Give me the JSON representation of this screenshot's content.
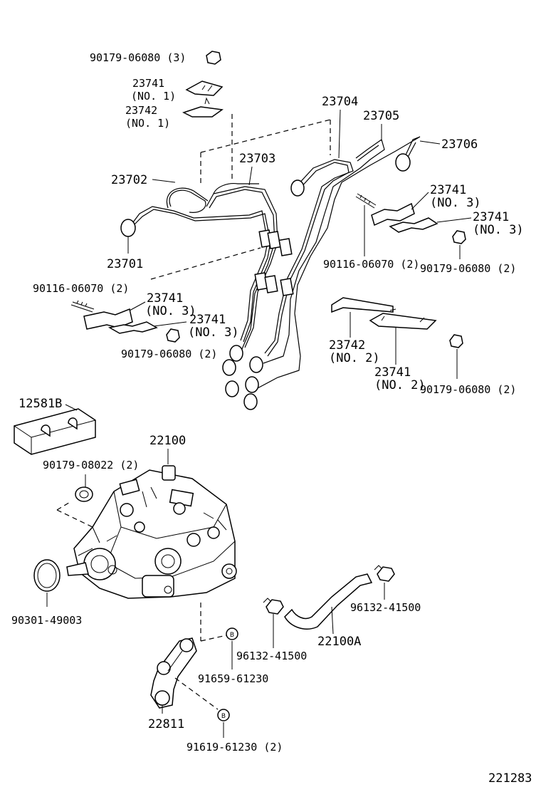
{
  "labels": {
    "nut_top": "90179-06080 (3)",
    "clamp1_no": "23741",
    "clamp1_sub": "(NO. 1)",
    "clamp2_no": "23742",
    "clamp2_sub": "(NO. 1)",
    "pipe_23704": "23704",
    "pipe_23705": "23705",
    "pipe_23706": "23706",
    "pipe_23703": "23703",
    "pipe_23702": "23702",
    "pipe_23701": "23701",
    "clamp_r1_no": "23741",
    "clamp_r1_sub": "(NO. 3)",
    "clamp_r2_no": "23741",
    "clamp_r2_sub": "(NO. 3)",
    "bolt_right": "90116-06070 (2)",
    "nut_right": "90179-06080 (2)",
    "bolt_left": "90116-06070 (2)",
    "clamp_l1_no": "23741",
    "clamp_l1_sub": "(NO. 3)",
    "clamp_l2_no": "23741",
    "clamp_l2_sub": "(NO. 3)",
    "nut_left": "90179-06080 (2)",
    "clamp_m1_no": "23742",
    "clamp_m1_sub": "(NO. 2)",
    "clamp_m2_no": "23741",
    "clamp_m2_sub": "(NO. 2)",
    "nut_mid": "90179-06080 (2)",
    "insulator": "12581B",
    "pump": "22100",
    "nut_pump": "90179-08022 (2)",
    "oring": "90301-49003",
    "hose": "22100A",
    "hose_clamp_r": "96132-41500",
    "hose_clamp_l": "96132-41500",
    "bolt_b1": "91659-61230",
    "bracket": "22811",
    "bolt_b2": "91619-61230 (2)",
    "diagram_id": "221283"
  }
}
